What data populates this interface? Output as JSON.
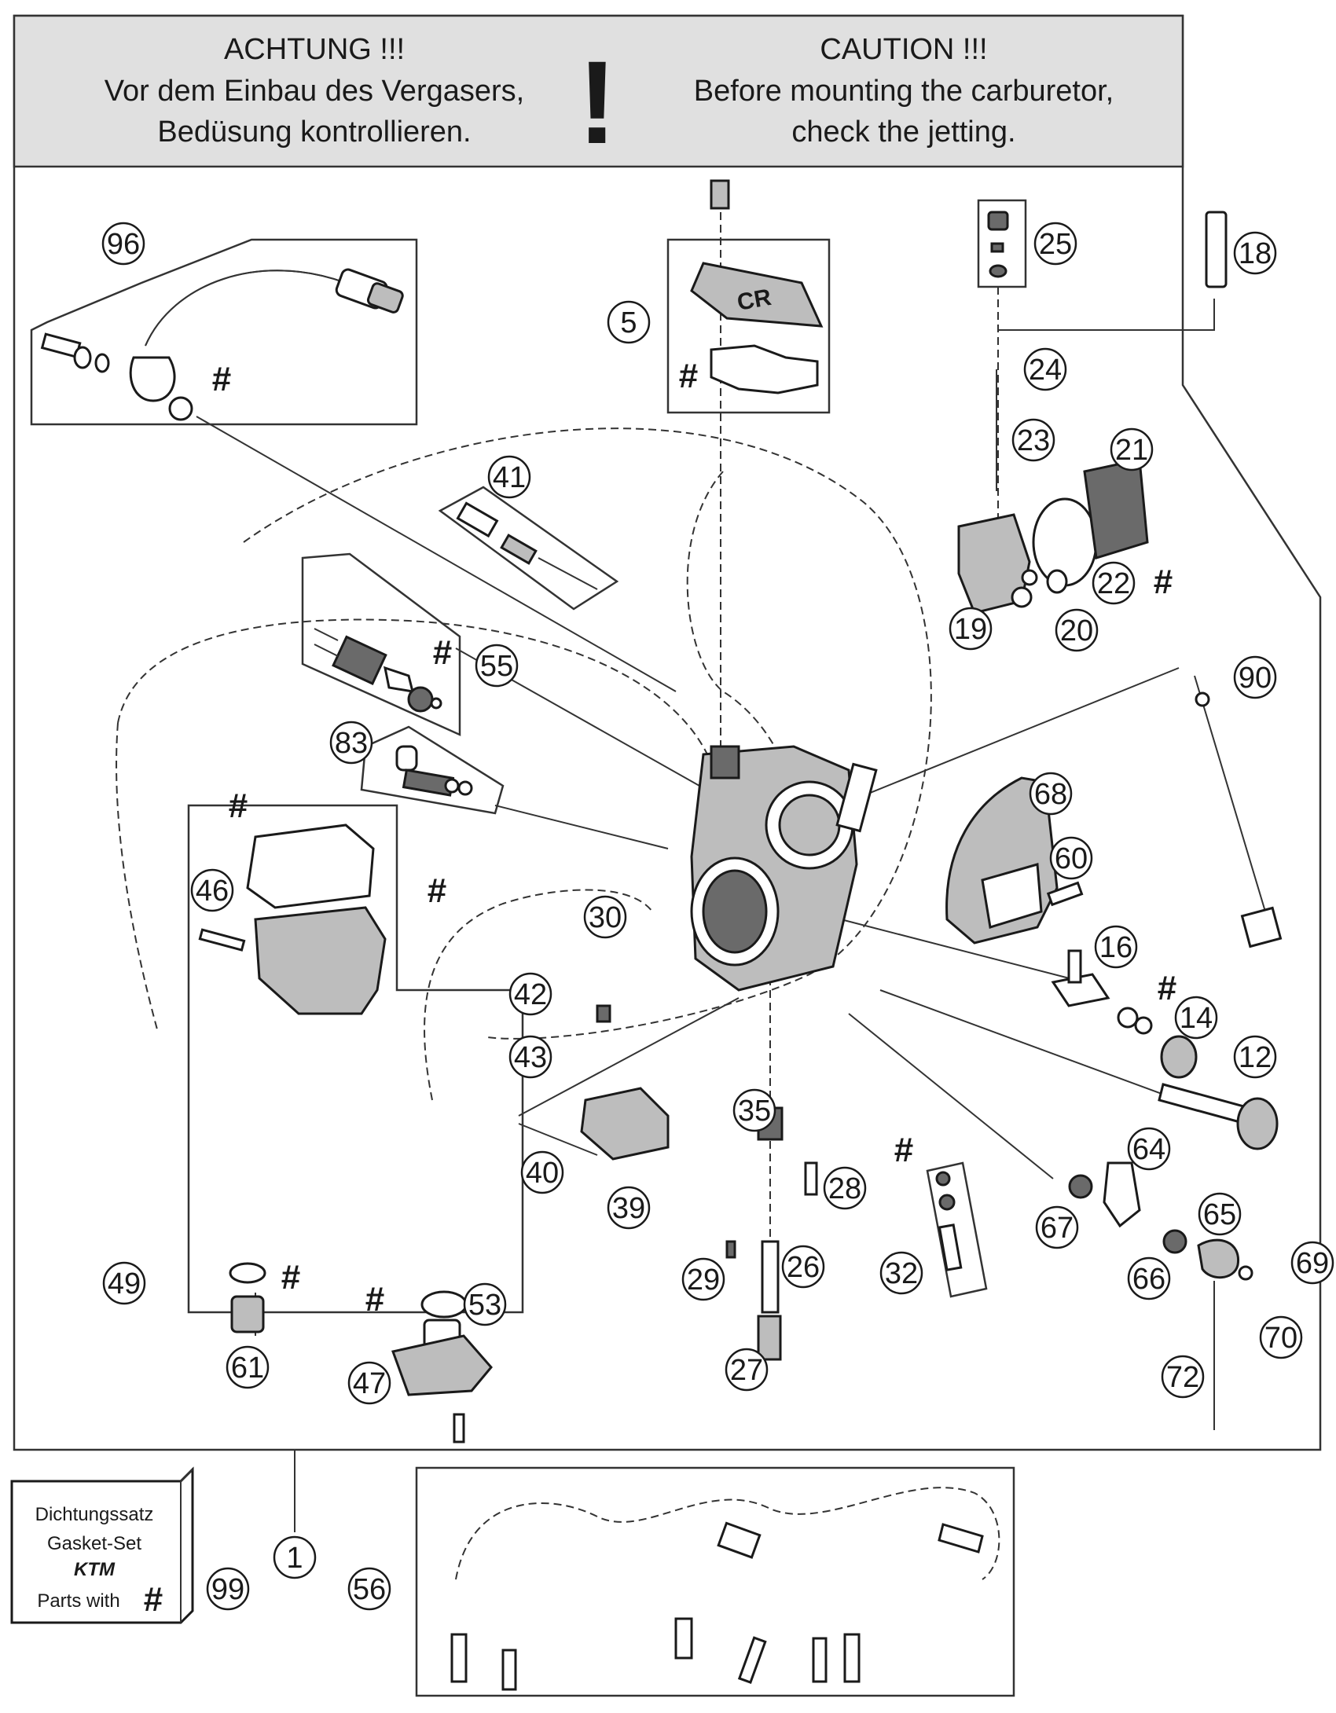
{
  "caution": {
    "de_title": "ACHTUNG !!!",
    "de_line1": "Vor dem Einbau des Vergasers,",
    "de_line2": "Bedüsung kontrollieren.",
    "mark": "!",
    "en_title": "CAUTION !!!",
    "en_line1": "Before mounting the carburetor,",
    "en_line2": "check the jetting."
  },
  "gasket_set": {
    "line1": "Dichtungssatz",
    "line2": "Gasket-Set",
    "line3": "Parts with",
    "hash": "#",
    "brand": "KTM"
  },
  "hash_mark": "#",
  "labels": [
    "96",
    "5",
    "25",
    "18",
    "24",
    "23",
    "21",
    "41",
    "22",
    "19",
    "20",
    "55",
    "90",
    "83",
    "68",
    "46",
    "60",
    "30",
    "16",
    "14",
    "42",
    "12",
    "43",
    "35",
    "64",
    "40",
    "28",
    "39",
    "65",
    "67",
    "69",
    "49",
    "29",
    "26",
    "32",
    "66",
    "53",
    "70",
    "61",
    "47",
    "27",
    "72",
    "1",
    "99",
    "56"
  ],
  "colors": {
    "line": "#1a1a1a",
    "header_bg": "#e0e0e0"
  }
}
